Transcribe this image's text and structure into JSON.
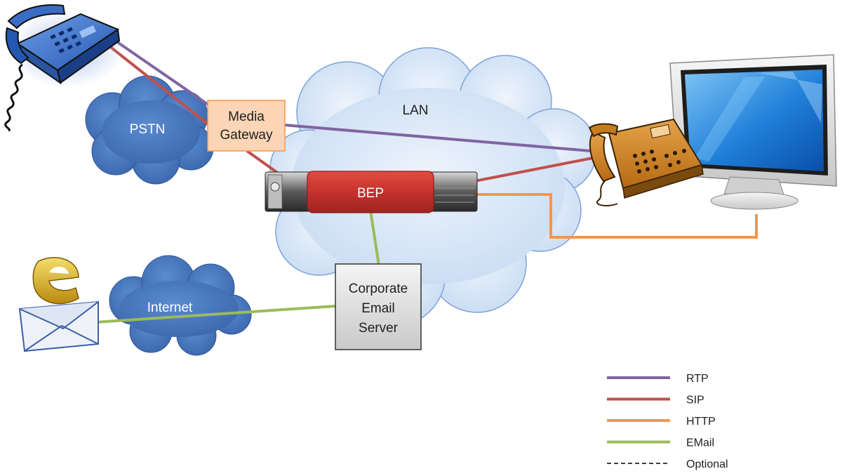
{
  "clouds": {
    "pstn": "PSTN",
    "lan": "LAN",
    "internet": "Internet"
  },
  "nodes": {
    "media_gateway": {
      "line1": "Media",
      "line2": "Gateway"
    },
    "bep": "BEP",
    "email_server": {
      "line1": "Corporate",
      "line2": "Email",
      "line3": "Server"
    }
  },
  "icons": {
    "phone_left": "desk-phone-icon",
    "phone_right": "ip-phone-icon",
    "monitor": "monitor-icon",
    "email_client": "email-envelope-icon",
    "server_rack": "server-rack-icon"
  },
  "colors": {
    "rtp": "#8064a2",
    "sip": "#c0504d",
    "http": "#f79646",
    "email": "#9bbb59",
    "cloud_dark": "#4a7ac0",
    "cloud_light": "#d5e3f5",
    "media_gateway_fill": "#fbd5b5",
    "bep_fill": "#c0312a"
  },
  "legend": [
    {
      "label": "RTP",
      "color": "#8064a2",
      "style": "solid"
    },
    {
      "label": "SIP",
      "color": "#c0504d",
      "style": "solid"
    },
    {
      "label": "HTTP",
      "color": "#f79646",
      "style": "solid"
    },
    {
      "label": "EMail",
      "color": "#9bbb59",
      "style": "solid"
    },
    {
      "label": "Optional",
      "color": "#000000",
      "style": "dashed"
    }
  ]
}
